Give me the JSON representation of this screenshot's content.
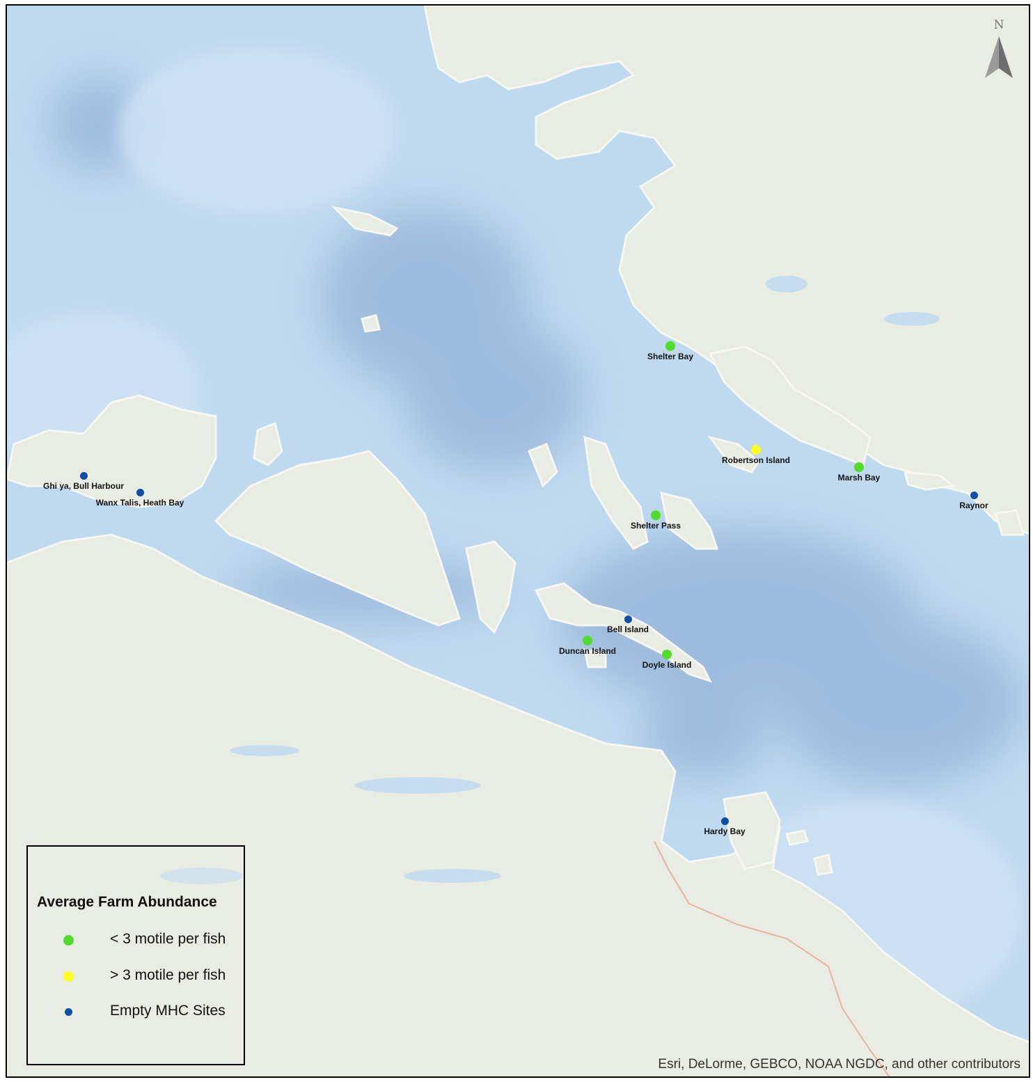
{
  "map": {
    "attribution": "Esri, DeLorme, GEBCO, NOAA NGDC, and other contributors",
    "north_label": "N",
    "colors": {
      "water": "#bfd9ef",
      "deep_water": "#8fb0d6",
      "land": "#e8ece2",
      "land_outline": "#f6f7f3",
      "road": "#e9b49c"
    }
  },
  "legend": {
    "title": "Average Farm Abundance",
    "items": [
      {
        "label": "< 3 motile per fish",
        "color": "#4fdc2a",
        "size": "big"
      },
      {
        "label": "> 3 motile per fish",
        "color": "#ffff1a",
        "size": "big"
      },
      {
        "label": "Empty MHC Sites",
        "color": "#0c4fa8",
        "size": "small"
      }
    ]
  },
  "sites": [
    {
      "name": "Shelter Bay",
      "category": 0
    },
    {
      "name": "Robertson Island",
      "category": 1
    },
    {
      "name": "Marsh Bay",
      "category": 0
    },
    {
      "name": "Raynor",
      "category": 2
    },
    {
      "name": "Shelter Pass",
      "category": 0
    },
    {
      "name": "Bell Island",
      "category": 2
    },
    {
      "name": "Duncan Island",
      "category": 0
    },
    {
      "name": "Doyle Island",
      "category": 0
    },
    {
      "name": "Ghi ya, Bull Harbour",
      "category": 2
    },
    {
      "name": "Wanx Talis, Heath Bay",
      "category": 2
    },
    {
      "name": "Hardy Bay",
      "category": 2
    }
  ]
}
